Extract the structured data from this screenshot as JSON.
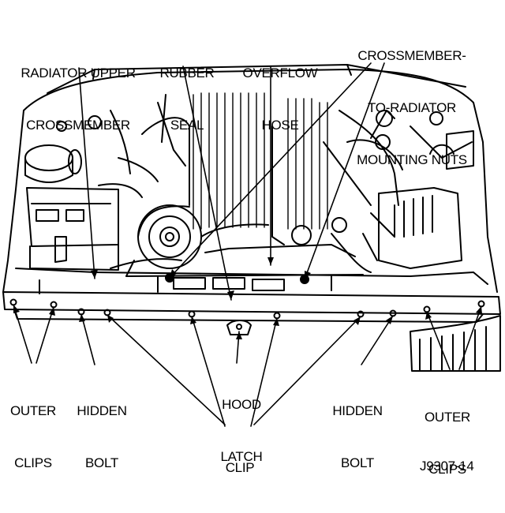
{
  "labels": {
    "radiator_upper_crossmember": [
      "RADIATOR UPPER",
      "CROSSMEMBER"
    ],
    "rubber_seal": [
      "RUBBER",
      "SEAL"
    ],
    "overflow_hose": [
      "OVERFLOW",
      "HOSE"
    ],
    "crossmember_nuts": [
      "CROSSMEMBER-",
      "TO-RADIATOR",
      "MOUNTING NUTS"
    ],
    "outer_clips_left": [
      "OUTER",
      "CLIPS"
    ],
    "hidden_bolt_left": [
      "HIDDEN",
      "BOLT"
    ],
    "hood_latch": [
      "HOOD",
      "LATCH"
    ],
    "clip": "CLIP",
    "hidden_bolt_right": [
      "HIDDEN",
      "BOLT"
    ],
    "outer_clips_right": [
      "OUTER",
      "CLIPS"
    ]
  },
  "figure_id": "J9307-14",
  "colors": {
    "ink": "#000000",
    "paper": "#ffffff"
  }
}
